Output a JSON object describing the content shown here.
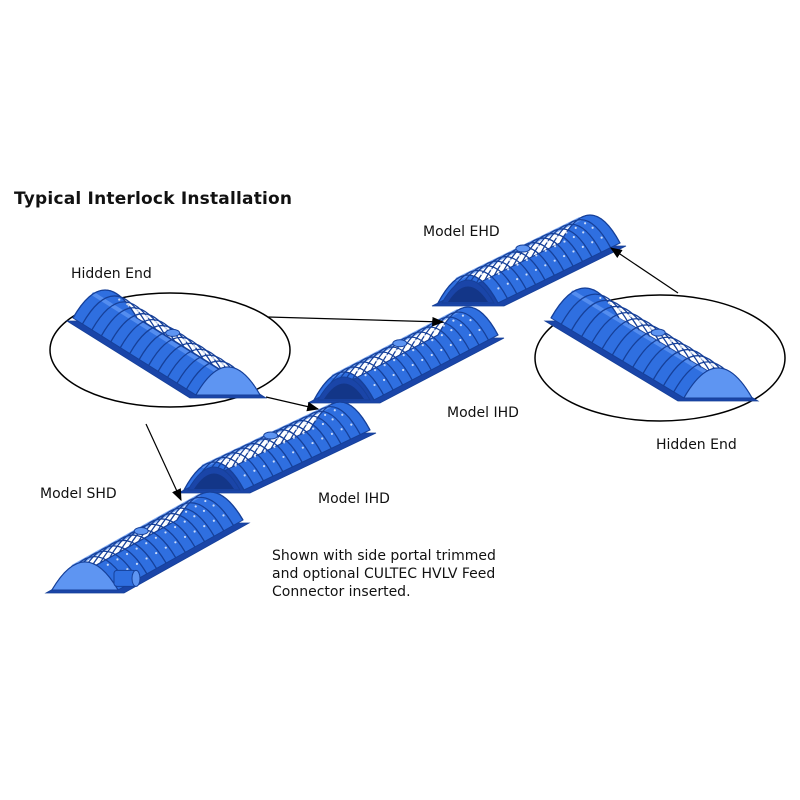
{
  "title": "Typical Interlock Installation",
  "labels": {
    "hidden_end_left": "Hidden End",
    "model_ehd": "Model EHD",
    "model_ihd_upper": "Model IHD",
    "model_ihd_lower": "Model IHD",
    "model_shd": "Model SHD",
    "hidden_end_right": "Hidden End"
  },
  "note_lines": [
    "Shown with side portal trimmed",
    "and optional CULTEC HVLV Feed",
    "Connector inserted."
  ],
  "colors": {
    "chamber_fill": "#2f6fe0",
    "chamber_dark": "#1a45a8",
    "chamber_light": "#5e95f2",
    "rib": "#164099",
    "hole": "#e8eefc",
    "line": "#000000"
  }
}
